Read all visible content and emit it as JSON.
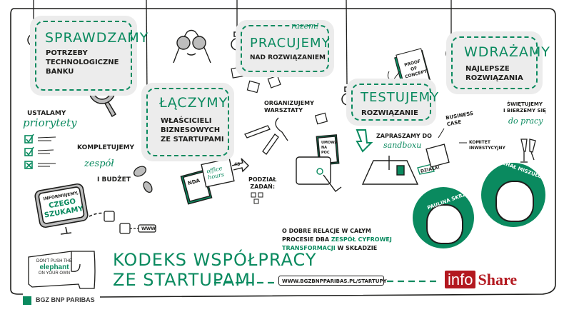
{
  "colors": {
    "accent": "#0a8a5f",
    "panel": "#ececec",
    "infoshare_red": "#b3181f"
  },
  "steps": [
    {
      "title": "SPRAWDZAMY",
      "lines": [
        "POTRZEBY",
        "TECHNOLOGICZNE",
        "BANKU"
      ],
      "icon": "magnifier-icon"
    },
    {
      "title": "ŁĄCZYMY",
      "lines": [
        "WŁAŚCICIELI",
        "BIZNESOWYCH",
        "ZE STARTUPAMI"
      ],
      "icon": "handshake-notes-icon"
    },
    {
      "title": "PRACUJEMY",
      "lines": [
        "NAD ROZWIĄZANIEM"
      ],
      "accent": "razem!"
    },
    {
      "title": "TESTUJEMY",
      "lines": [
        "ROZWIĄZANIE"
      ],
      "note": "PROOF OF CONCEPT"
    },
    {
      "title": "WDRAŻAMY",
      "lines": [
        "NAJLEPSZE",
        "ROZWIĄZANIA"
      ]
    }
  ],
  "left": {
    "ustalamy": "USTALAMY",
    "priorytety": "priorytety",
    "kompletujemy": "KOMPLETUJEMY",
    "zespol": "zespół",
    "budzet": "I BUDŻET",
    "monitor": {
      "line1": "INFORMUJEMY,",
      "line2": "CZEGO",
      "line3": "SZUKAMY"
    },
    "www": "WWW"
  },
  "middle": {
    "nda": "NDA",
    "office_hours": "office hours",
    "angle": "45°",
    "organizujemy": "ORGANIZUJEMY",
    "warsztaty": "WARSZTATY",
    "podzial": "PODZIAŁ",
    "zadan": "ZADAŃ:",
    "umowa": "UMOWA NA POC"
  },
  "right": {
    "zapraszamy": "ZAPRASZAMY DO",
    "sandbox": "sandboxu",
    "dziala": "DZIAŁA!",
    "business_case": "BUSINESS CASE",
    "komitet": "KOMITET INWESTYCYJNY",
    "swietujemy": "ŚWIĘTUJEMY",
    "bierzemy": "I BIERZEMY SIĘ",
    "do_pracy": "do pracy"
  },
  "team": {
    "text_1": "O DOBRE RELACJE W CAŁYM",
    "text_2": "PROCESIE DBA",
    "text_green_1": "ZESPÓŁ CYFROWEJ",
    "text_green_2": "TRANSFORMACJI",
    "text_3": "W SKŁADZIE",
    "people": [
      "PAULINA SKRZYPIŃSKA",
      "MICHAŁ MISZUŁOWICZ"
    ]
  },
  "footer": {
    "elephant": {
      "line1": "DON'T PUSH THE",
      "line2": "elephant",
      "line3": "ON YOUR OWN"
    },
    "headline_1": "KODEKS WSPÓŁPRACY",
    "headline_2": "ZE STARTUPAMI",
    "url": "WWW.BGZBNPPARIBAS.PL/STARTUPY",
    "infoshare_info": "info",
    "infoshare_share": "Share",
    "bank_logo": "BGZ BNP PARIBAS"
  }
}
